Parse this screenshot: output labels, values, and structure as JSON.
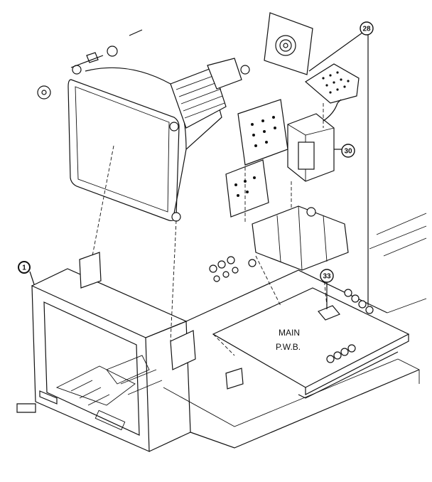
{
  "diagram": {
    "board_label_line1": "MAIN",
    "board_label_line2": "P.W.B.",
    "callouts": [
      {
        "id": "callout-1",
        "label": "1"
      },
      {
        "id": "callout-28",
        "label": "28"
      },
      {
        "id": "callout-30",
        "label": "30"
      },
      {
        "id": "callout-33",
        "label": "33"
      }
    ]
  }
}
